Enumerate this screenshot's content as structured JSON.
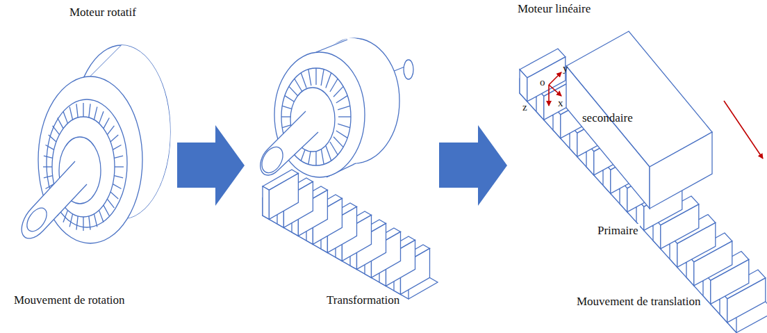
{
  "diagram": {
    "labels": [
      "Moteur rotatif",
      "Moteur linéaire",
      "o",
      "y",
      "z",
      "x",
      "secondaire",
      "Primaire",
      "Mouvement de rotation",
      "Transformation",
      "Mouvement de translation"
    ]
  }
}
